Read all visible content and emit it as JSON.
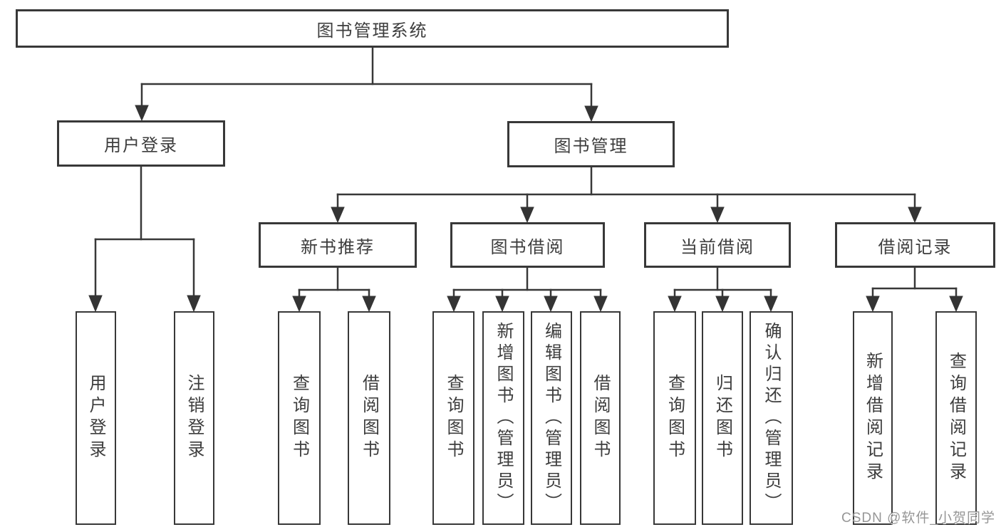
{
  "tree": {
    "label": "图书管理系统",
    "children": [
      {
        "label": "用户登录",
        "children": [
          {
            "label": "用户登录"
          },
          {
            "label": "注销登录"
          }
        ]
      },
      {
        "label": "图书管理",
        "children": [
          {
            "label": "新书推荐",
            "children": [
              {
                "label": "查询图书"
              },
              {
                "label": "借阅图书"
              }
            ]
          },
          {
            "label": "图书借阅",
            "children": [
              {
                "label": "查询图书"
              },
              {
                "label": "新增图书（管理员）"
              },
              {
                "label": "编辑图书（管理员）"
              },
              {
                "label": "借阅图书"
              }
            ]
          },
          {
            "label": "当前借阅",
            "children": [
              {
                "label": "查询图书"
              },
              {
                "label": "归还图书"
              },
              {
                "label": "确认归还（管理员）"
              }
            ]
          },
          {
            "label": "借阅记录",
            "children": [
              {
                "label": "新增借阅记录"
              },
              {
                "label": "查询借阅记录"
              }
            ]
          }
        ]
      }
    ]
  },
  "watermark": {
    "text": "CSDN @软件_小贺同学",
    "color": "#969696"
  },
  "colors": {
    "line": "#383838",
    "box_border": "#383838",
    "text": "#3d3d3d",
    "background": "#ffffff"
  }
}
